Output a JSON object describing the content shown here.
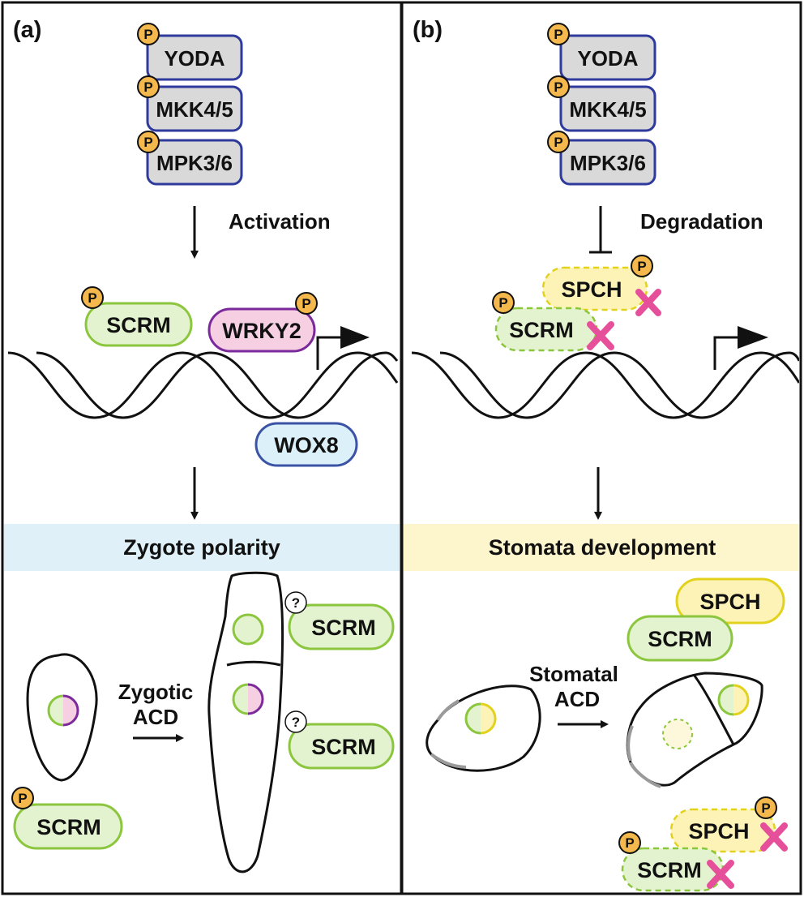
{
  "panels": {
    "a": {
      "label": "(a)",
      "kinases": [
        "YODA",
        "MKK4/5",
        "MPK3/6"
      ],
      "step_label": "Activation",
      "proteins": {
        "scrm": "SCRM",
        "wrky2": "WRKY2",
        "wox8": "WOX8"
      },
      "band_label": "Zygote polarity",
      "division_label_1": "Zygotic",
      "division_label_2": "ACD",
      "lower_proteins": [
        "SCRM",
        "SCRM",
        "SCRM"
      ],
      "phospho_label": "P",
      "unknown_label": "?"
    },
    "b": {
      "label": "(b)",
      "kinases": [
        "YODA",
        "MKK4/5",
        "MPK3/6"
      ],
      "step_label": "Degradation",
      "proteins": {
        "spch": "SPCH",
        "scrm": "SCRM"
      },
      "band_label": "Stomata development",
      "division_label_1": "Stomatal",
      "division_label_2": "ACD",
      "complex_stable": {
        "spch": "SPCH",
        "scrm": "SCRM"
      },
      "complex_degraded": {
        "spch": "SPCH",
        "scrm": "SCRM"
      },
      "phospho_label": "P"
    }
  },
  "colors": {
    "kinase_fill": "#d9d9d9",
    "kinase_border": "#2e3a9c",
    "phospho_fill": "#f4b84c",
    "scrm_fill": "#e3f3cf",
    "scrm_border": "#8cc63e",
    "wrky2_fill": "#f6cfe3",
    "wrky2_border": "#7b2a9b",
    "wox8_fill": "#dcf0fa",
    "wox8_border": "#3a53a4",
    "spch_fill": "#fdf3b6",
    "spch_border": "#e2d21d",
    "zygote_band": "#dff0f8",
    "stomata_band": "#fdf5cc",
    "degrade_x": "#e6509a"
  }
}
